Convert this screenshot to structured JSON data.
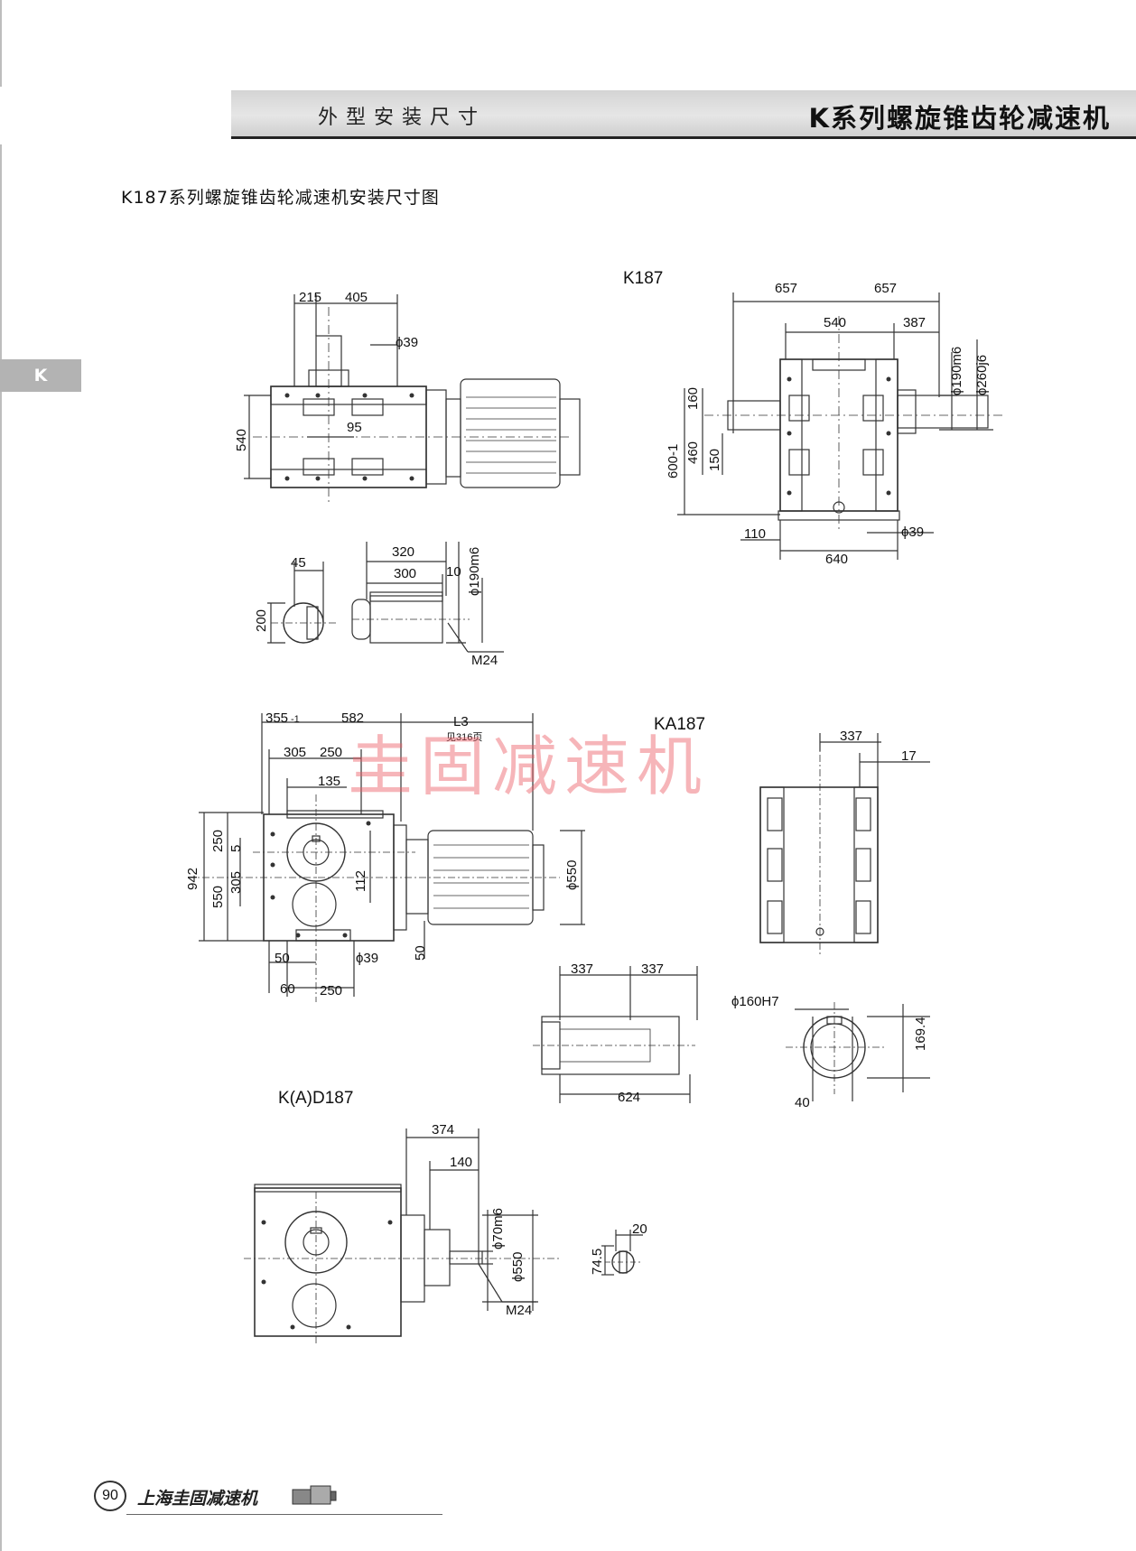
{
  "header": {
    "left": "外型安装尺寸",
    "right": "K系列螺旋锥齿轮减速机"
  },
  "side_tab": "K",
  "section_title": "K187系列螺旋锥齿轮减速机安装尺寸图",
  "views": {
    "k187": "K187",
    "ka187": "KA187",
    "kad187": "K(A)D187"
  },
  "dims": {
    "d215": "215",
    "d405": "405",
    "phi39a": "ϕ39",
    "d540a": "540",
    "d95": "95",
    "d657a": "657",
    "d657b": "657",
    "d540b": "540",
    "d387": "387",
    "phi190m6a": "ϕ190m6",
    "phi260j6": "ϕ260j6",
    "d160": "160",
    "d460": "460",
    "d600": "600-1",
    "d150": "150",
    "d110": "110",
    "d640": "640",
    "phi39b": "ϕ39",
    "d45": "45",
    "d320": "320",
    "d300": "300",
    "d10": "10",
    "phi190m6b": "ϕ190m6",
    "d200": "200",
    "m24a": "M24",
    "d355": "355",
    "d355tol": "-1",
    "d582": "582",
    "l3": "L3",
    "l3note": "见316页",
    "d305a": "305",
    "d250a": "250",
    "d135": "135",
    "d942": "942",
    "d250b": "250",
    "d5": "5",
    "d305b": "305",
    "d550a": "550",
    "d112": "112",
    "phi550a": "ϕ550",
    "d50a": "50",
    "phi39c": "ϕ39",
    "d50b": "50",
    "d60": "60",
    "d250c": "250",
    "d337a": "337",
    "d17": "17",
    "d337b": "337",
    "d337c": "337",
    "d624": "624",
    "phi160h7": "ϕ160H7",
    "d169": "169.4",
    "d40": "40",
    "d374": "374",
    "d140": "140",
    "phi70m6": "ϕ70m6",
    "phi550b": "ϕ550",
    "m24b": "M24",
    "d20": "20",
    "d745": "74.5"
  },
  "watermark": "圭固减速机",
  "footer": {
    "page": "90",
    "company": "上海圭固减速机"
  }
}
